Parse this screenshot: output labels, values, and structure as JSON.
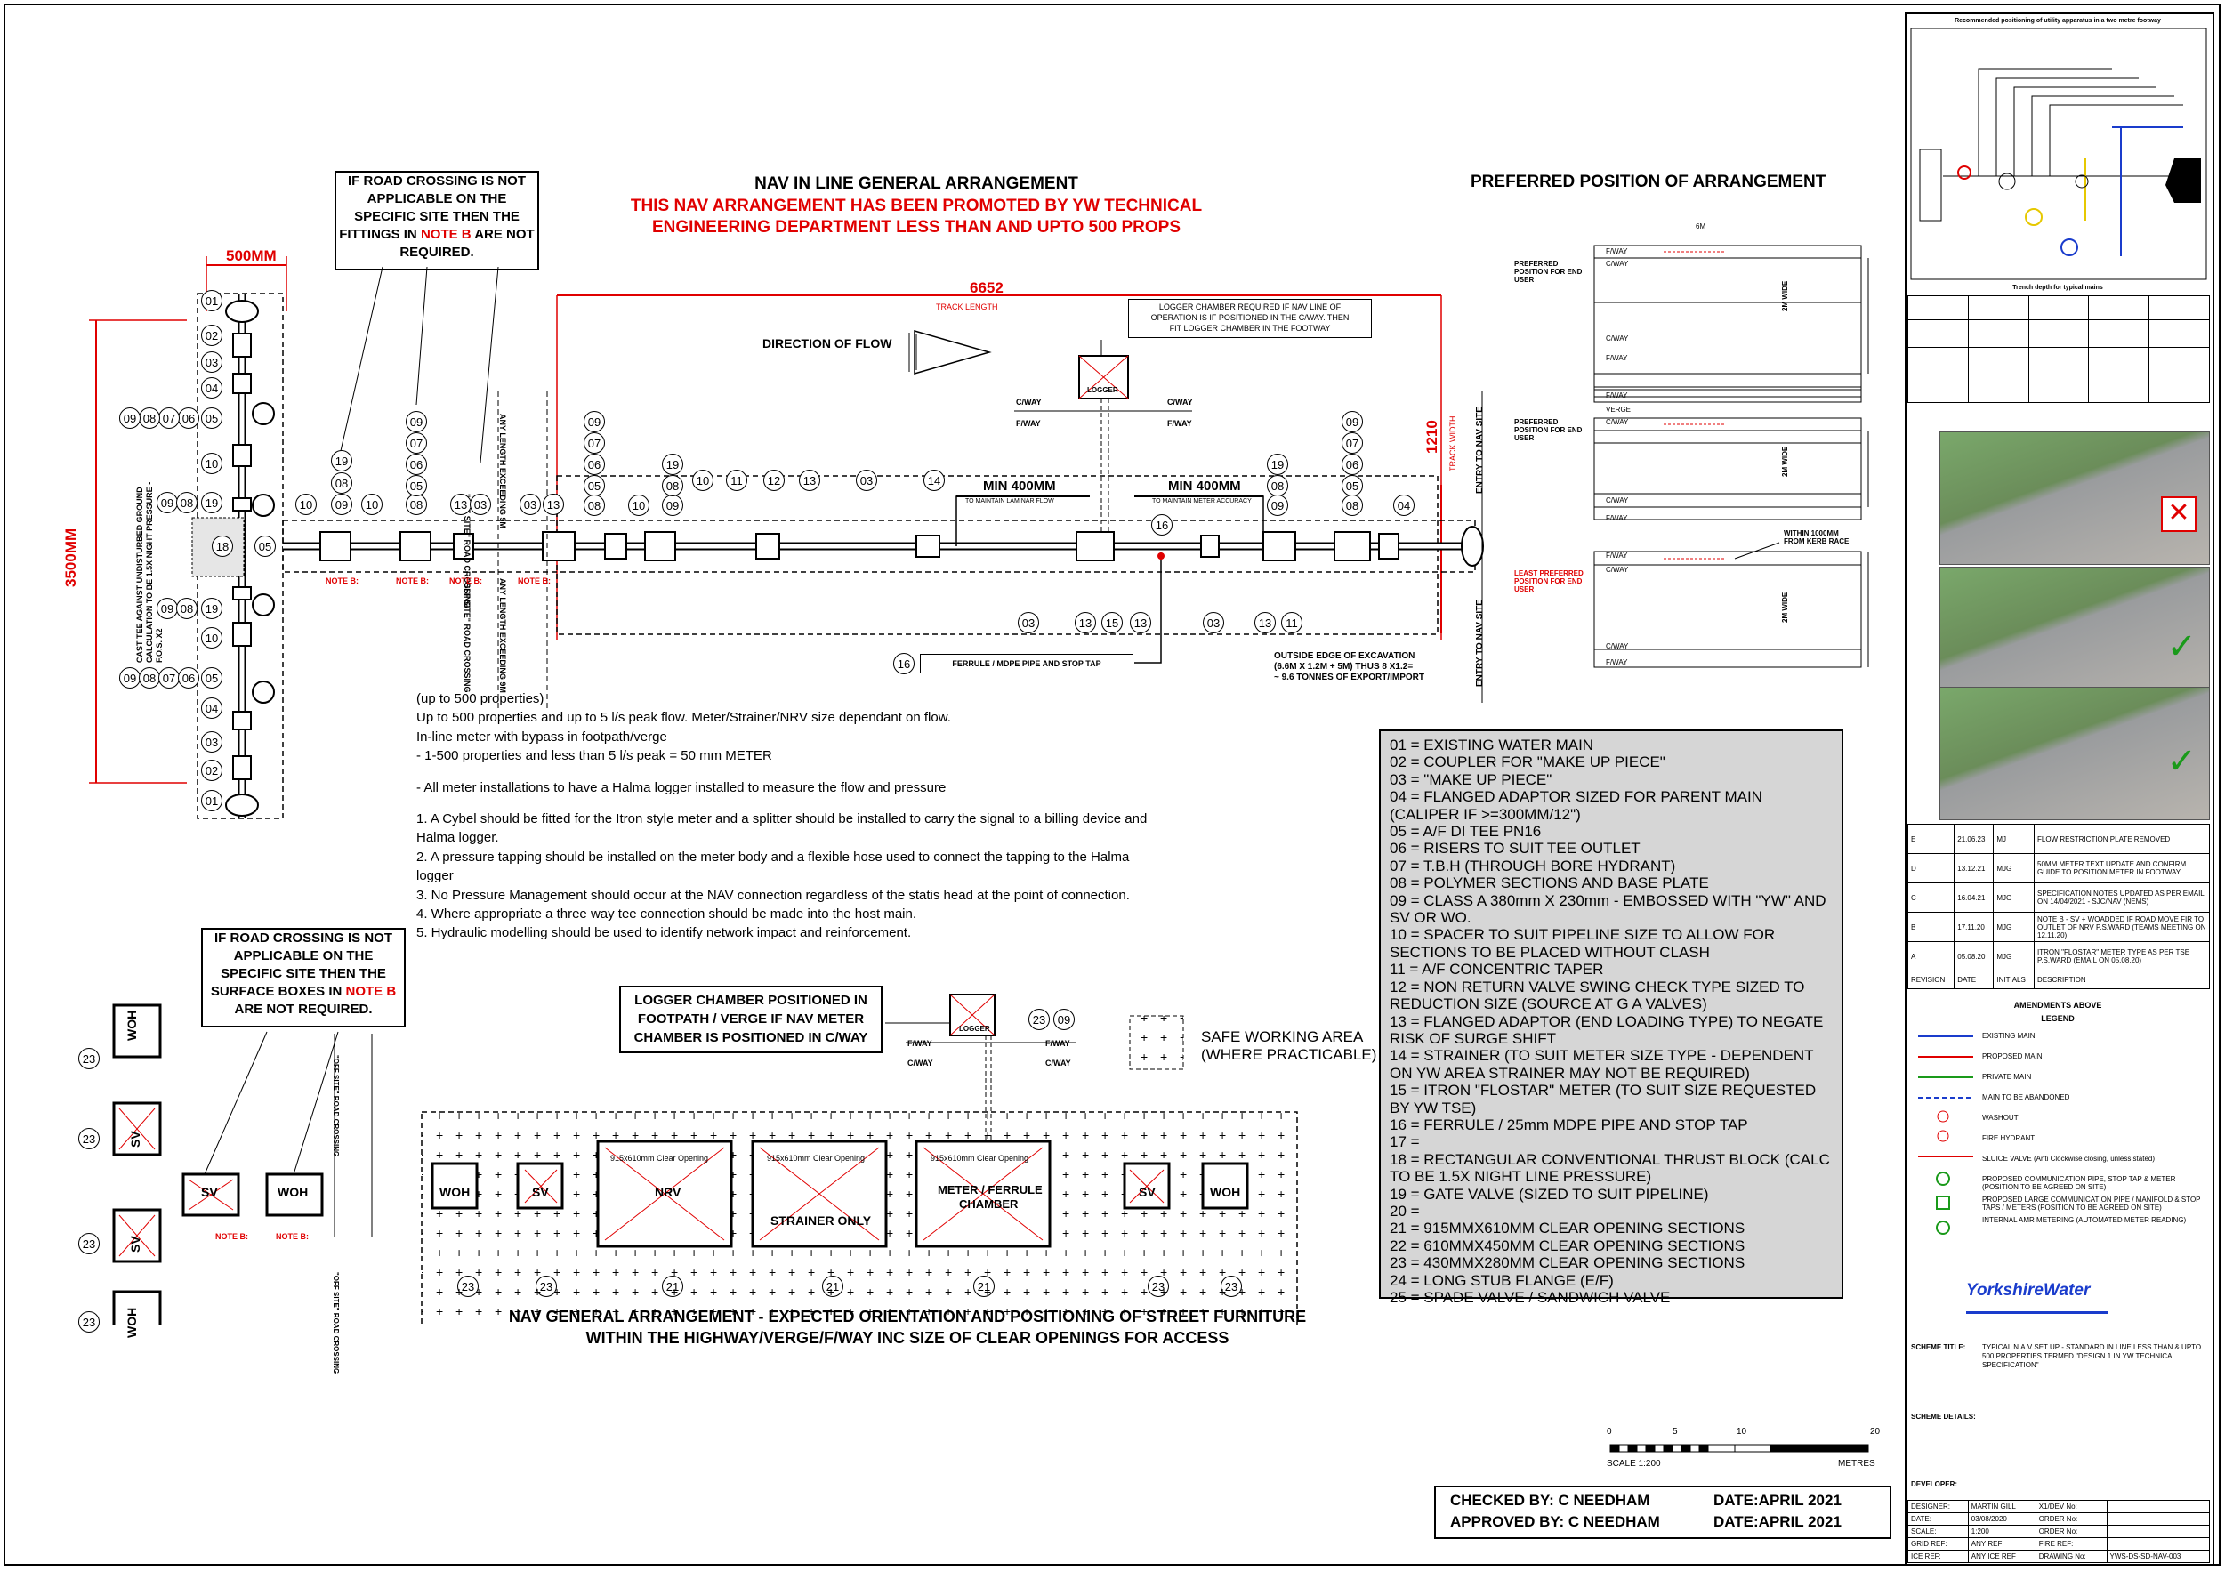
{
  "title": {
    "line1": "NAV IN LINE GENERAL ARRANGEMENT",
    "line2": "THIS NAV ARRANGEMENT HAS BEEN PROMOTED BY YW TECHNICAL",
    "line3": "ENGINEERING DEPARTMENT LESS THAN AND UPTO 500 PROPS"
  },
  "preferred_title": "PREFERRED POSITION OF ARRANGEMENT",
  "road_note_top": {
    "l1": "IF ROAD CROSSING IS NOT",
    "l2": "APPLICABLE ON THE",
    "l3": "SPECIFIC SITE THEN THE",
    "l4a": "FITTINGS IN ",
    "l4b": "NOTE B",
    "l4c": " ARE NOT",
    "l5": "REQUIRED."
  },
  "road_note_bottom": {
    "l1": "IF ROAD CROSSING IS NOT",
    "l2": "APPLICABLE ON THE",
    "l3": "SPECIFIC SITE THEN THE",
    "l4a": "SURFACE BOXES IN ",
    "l4b": "NOTE B",
    "l5": "ARE NOT REQUIRED."
  },
  "dims": {
    "w500": "500MM",
    "h3500": "3500MM",
    "track_len": "6652",
    "track_len_lbl": "TRACK LENGTH",
    "track_w": "1210",
    "track_w_lbl": "TRACK WIDTH"
  },
  "flow_label": "DIRECTION OF FLOW",
  "logger_note": {
    "l1": "LOGGER CHAMBER REQUIRED IF NAV LINE OF",
    "l2": "OPERATION IS IF POSITIONED IN THE C/WAY. THEN",
    "l3": "FIT LOGGER CHAMBER IN THE FOOTWAY"
  },
  "min400a": {
    "label": "MIN 400MM",
    "sub": "TO MAINTAIN LAMINAR FLOW"
  },
  "min400b": {
    "label": "MIN 400MM",
    "sub": "TO MAINTAIN METER ACCURACY"
  },
  "cway": "C/WAY",
  "fway": "F/WAY",
  "logger": "LOGGER",
  "entry1": "ENTRY TO NAV SITE",
  "entry2": "ENTRY TO NAV SITE",
  "ferrule_note": "FERRULE / MDPE PIPE AND STOP TAP",
  "excavation": {
    "l1": "OUTSIDE EDGE OF EXCAVATION",
    "l2": "(6.6M X 1.2M + 5M) THUS 8 X1.2=",
    "l3": "~   9.6 TONNES OF EXPORT/IMPORT"
  },
  "cast_note": "CAST TEE AGAINST UNDISTURBED GROUND CALCULATION TO BE 1.5X NIGHT PRESSURE - F.O.S. X2",
  "offsite_road": "\"OFF SITE\" ROAD CROSSING",
  "offsite_len": "ANY LENGTH EXCEEDING 9M",
  "note_b": "NOTE B:",
  "notes": [
    "(up to 500 properties)",
    "Up to 500 properties and up to 5 l/s peak flow. Meter/Strainer/NRV size dependant on flow.",
    "In-line meter with bypass in footpath/verge",
    "  -  1-500 properties and less than 5 l/s peak = 50 mm METER",
    "  -  All meter installations to have a Halma logger installed to measure the flow and pressure",
    "1. A Cybel should be fitted for the Itron style meter and a splitter should be installed to carry the signal to a billing device and",
    "    Halma logger.",
    "2. A pressure tapping should be installed on the meter body and a flexible hose used to connect the tapping to the Halma",
    "    logger",
    "3. No Pressure Management should occur at the NAV connection regardless of the statis head at the point of connection.",
    "4. Where appropriate a three way tee connection should be made into the host main.",
    "5. Hydraulic modelling should be used to identify network impact and reinforcement."
  ],
  "key": [
    "01 = EXISTING WATER MAIN",
    "02 = COUPLER FOR \"MAKE UP PIECE\"",
    "03 = \"MAKE UP PIECE\"",
    "04 = FLANGED ADAPTOR SIZED FOR PARENT MAIN (CALIPER IF >=300MM/12\")",
    "05 =  A/F DI TEE PN16",
    "06 = RISERS TO SUIT TEE OUTLET",
    "07 = T.B.H (THROUGH BORE HYDRANT)",
    "08 = POLYMER SECTIONS AND BASE PLATE",
    "09 = CLASS A 380mm X 230mm - EMBOSSED WITH \"YW\" AND SV OR WO.",
    "10 = SPACER TO SUIT PIPELINE SIZE TO ALLOW FOR SECTIONS TO BE PLACED WITHOUT CLASH",
    "11 = A/F CONCENTRIC TAPER",
    "12 = NON RETURN VALVE SWING CHECK TYPE SIZED TO REDUCTION SIZE (SOURCE AT G A VALVES)",
    "13 = FLANGED ADAPTOR (END LOADING TYPE) TO NEGATE RISK OF SURGE SHIFT",
    "14 = STRAINER (TO SUIT METER SIZE TYPE - DEPENDENT ON YW AREA STRAINER MAY NOT BE REQUIRED)",
    "15 = ITRON \"FLOSTAR\" METER (TO SUIT SIZE REQUESTED BY YW TSE)",
    "16 = FERRULE / 25mm MDPE PIPE AND STOP TAP",
    "17 =",
    "18 = RECTANGULAR CONVENTIONAL THRUST BLOCK (CALC TO BE 1.5X NIGHT LINE PRESSURE)",
    "19 = GATE VALVE (SIZED TO SUIT PIPELINE)",
    "20 =",
    "21 = 915MMX610MM CLEAR OPENING SECTIONS",
    "22 = 610MMX450MM CLEAR OPENING SECTIONS",
    "23 = 430MMX280MM CLEAR OPENING SECTIONS",
    "24 = LONG STUB FLANGE (E/F)",
    "25 = SPADE VALVE / SANDWICH VALVE"
  ],
  "logger2": {
    "l1": "LOGGER CHAMBER POSITIONED IN",
    "l2": "FOOTPATH / VERGE IF NAV METER",
    "l3": "CHAMBER IS POSITIONED IN C/WAY"
  },
  "safe_area": {
    "l1": "SAFE WORKING AREA",
    "l2": "(WHERE PRACTICABLE)"
  },
  "chambers": {
    "clear": "915x610mm Clear Opening",
    "nrv": "NRV",
    "strainer": "STRAINER ONLY",
    "meter1": "METER / FERRULE",
    "meter2": "CHAMBER",
    "sv": "SV",
    "woh": "WOH"
  },
  "ga_title": {
    "l1": "NAV GENERAL ARRANGEMENT - EXPECTED ORIENTATION AND POSITIONING OF STREET FURNITURE",
    "l2": "WITHIN THE HIGHWAY/VERGE/F/WAY INC SIZE OF CLEAR OPENINGS FOR ACCESS"
  },
  "scale": {
    "t0": "0",
    "t5": "5",
    "t10": "10",
    "t20": "20",
    "label": "SCALE  1:200",
    "unit": "METRES"
  },
  "signoff": {
    "checked": "CHECKED BY: C NEEDHAM",
    "approved": "APPROVED BY: C NEEDHAM",
    "date1": "DATE:APRIL 2021",
    "date2": "DATE:APRIL 2021"
  },
  "preferred": {
    "pos1": "PREFERRED POSITION FOR END USER",
    "pos2": "PREFERRED POSITION FOR END USER",
    "least": "LEAST PREFERRED POSITION FOR END USER",
    "verge": "VERGE",
    "kerb": "WITHIN 1000MM FROM KERB RACE",
    "width": "2M WIDE",
    "dim": "6M"
  },
  "title_block": {
    "top_title": "Recommended positioning of utility apparatus in a two metre footway",
    "depth_title": "Trench depth for typical mains",
    "revisions": [
      {
        "rev": "E",
        "date": "21.06.23",
        "init": "MJ",
        "desc": "FLOW RESTRICTION PLATE REMOVED"
      },
      {
        "rev": "D",
        "date": "13.12.21",
        "init": "MJG",
        "desc": "50MM METER TEXT UPDATE AND CONFIRM GUIDE TO POSITION METER IN FOOTWAY"
      },
      {
        "rev": "C",
        "date": "16.04.21",
        "init": "MJG",
        "desc": "SPECIFICATION NOTES UPDATED AS PER EMAIL ON 14/04/2021 - SJC/NAV (NEMS)"
      },
      {
        "rev": "B",
        "date": "17.11.20",
        "init": "MJG",
        "desc": "NOTE B - SV + WOADDED IF ROAD MOVE FIR TO OUTLET OF NRV P.S.WARD (TEAMS MEETING ON 12.11.20)"
      },
      {
        "rev": "A",
        "date": "05.08.20",
        "init": "MJG",
        "desc": "ITRON \"FLOSTAR\" METER TYPE AS PER TSE P.S.WARD (EMAIL ON 05.08.20)"
      }
    ],
    "rev_hdr": {
      "rev": "REVISION",
      "date": "DATE",
      "init": "INITIALS",
      "desc": "DESCRIPTION"
    },
    "amend": "AMENDMENTS ABOVE",
    "legend_title": "LEGEND",
    "legend": [
      "EXISTING MAIN",
      "PROPOSED MAIN",
      "PRIVATE MAIN",
      "MAIN TO BE ABANDONED",
      "WASHOUT",
      "FIRE HYDRANT",
      "SLUICE VALVE (Anti Clockwise closing, unless stated)",
      "PROPOSED COMMUNICATION PIPE, STOP TAP & METER (POSITION TO BE AGREED ON SITE)",
      "PROPOSED LARGE COMMUNICATION PIPE / MANIFOLD & STOP TAPS / METERS (POSITION TO BE AGREED ON SITE)",
      "INTERNAL AMR METERING (AUTOMATED METER READING)"
    ],
    "company": "YorkshireWater",
    "scheme_title_lbl": "SCHEME TITLE:",
    "scheme_title": "TYPICAL N.A.V SET UP - STANDARD IN LINE LESS THAN & UPTO 500 PROPERTIES TERMED \"DESIGN 1 IN YW TECHNICAL SPECIFICATION\"",
    "scheme_details_lbl": "SCHEME DETAILS:",
    "developer_lbl": "DEVELOPER:",
    "rows": [
      [
        "DESIGNER:",
        "MARTIN GILL",
        "X1/DEV No:",
        ""
      ],
      [
        "DATE:",
        "03/08/2020",
        "ORDER No:",
        ""
      ],
      [
        "SCALE:",
        "1:200",
        "ORDER No:",
        ""
      ],
      [
        "GRID REF:",
        "ANY REF",
        "FIRE REF:",
        ""
      ],
      [
        "ICE REF:",
        "ANY ICE REF",
        "DRAWING No:",
        "YWS-DS-SD-NAV-003"
      ]
    ]
  },
  "colors": {
    "red": "#e00000",
    "grey_key": "#d6d6d6",
    "green": "#1a9a1a",
    "blue": "#1a3ccc"
  }
}
